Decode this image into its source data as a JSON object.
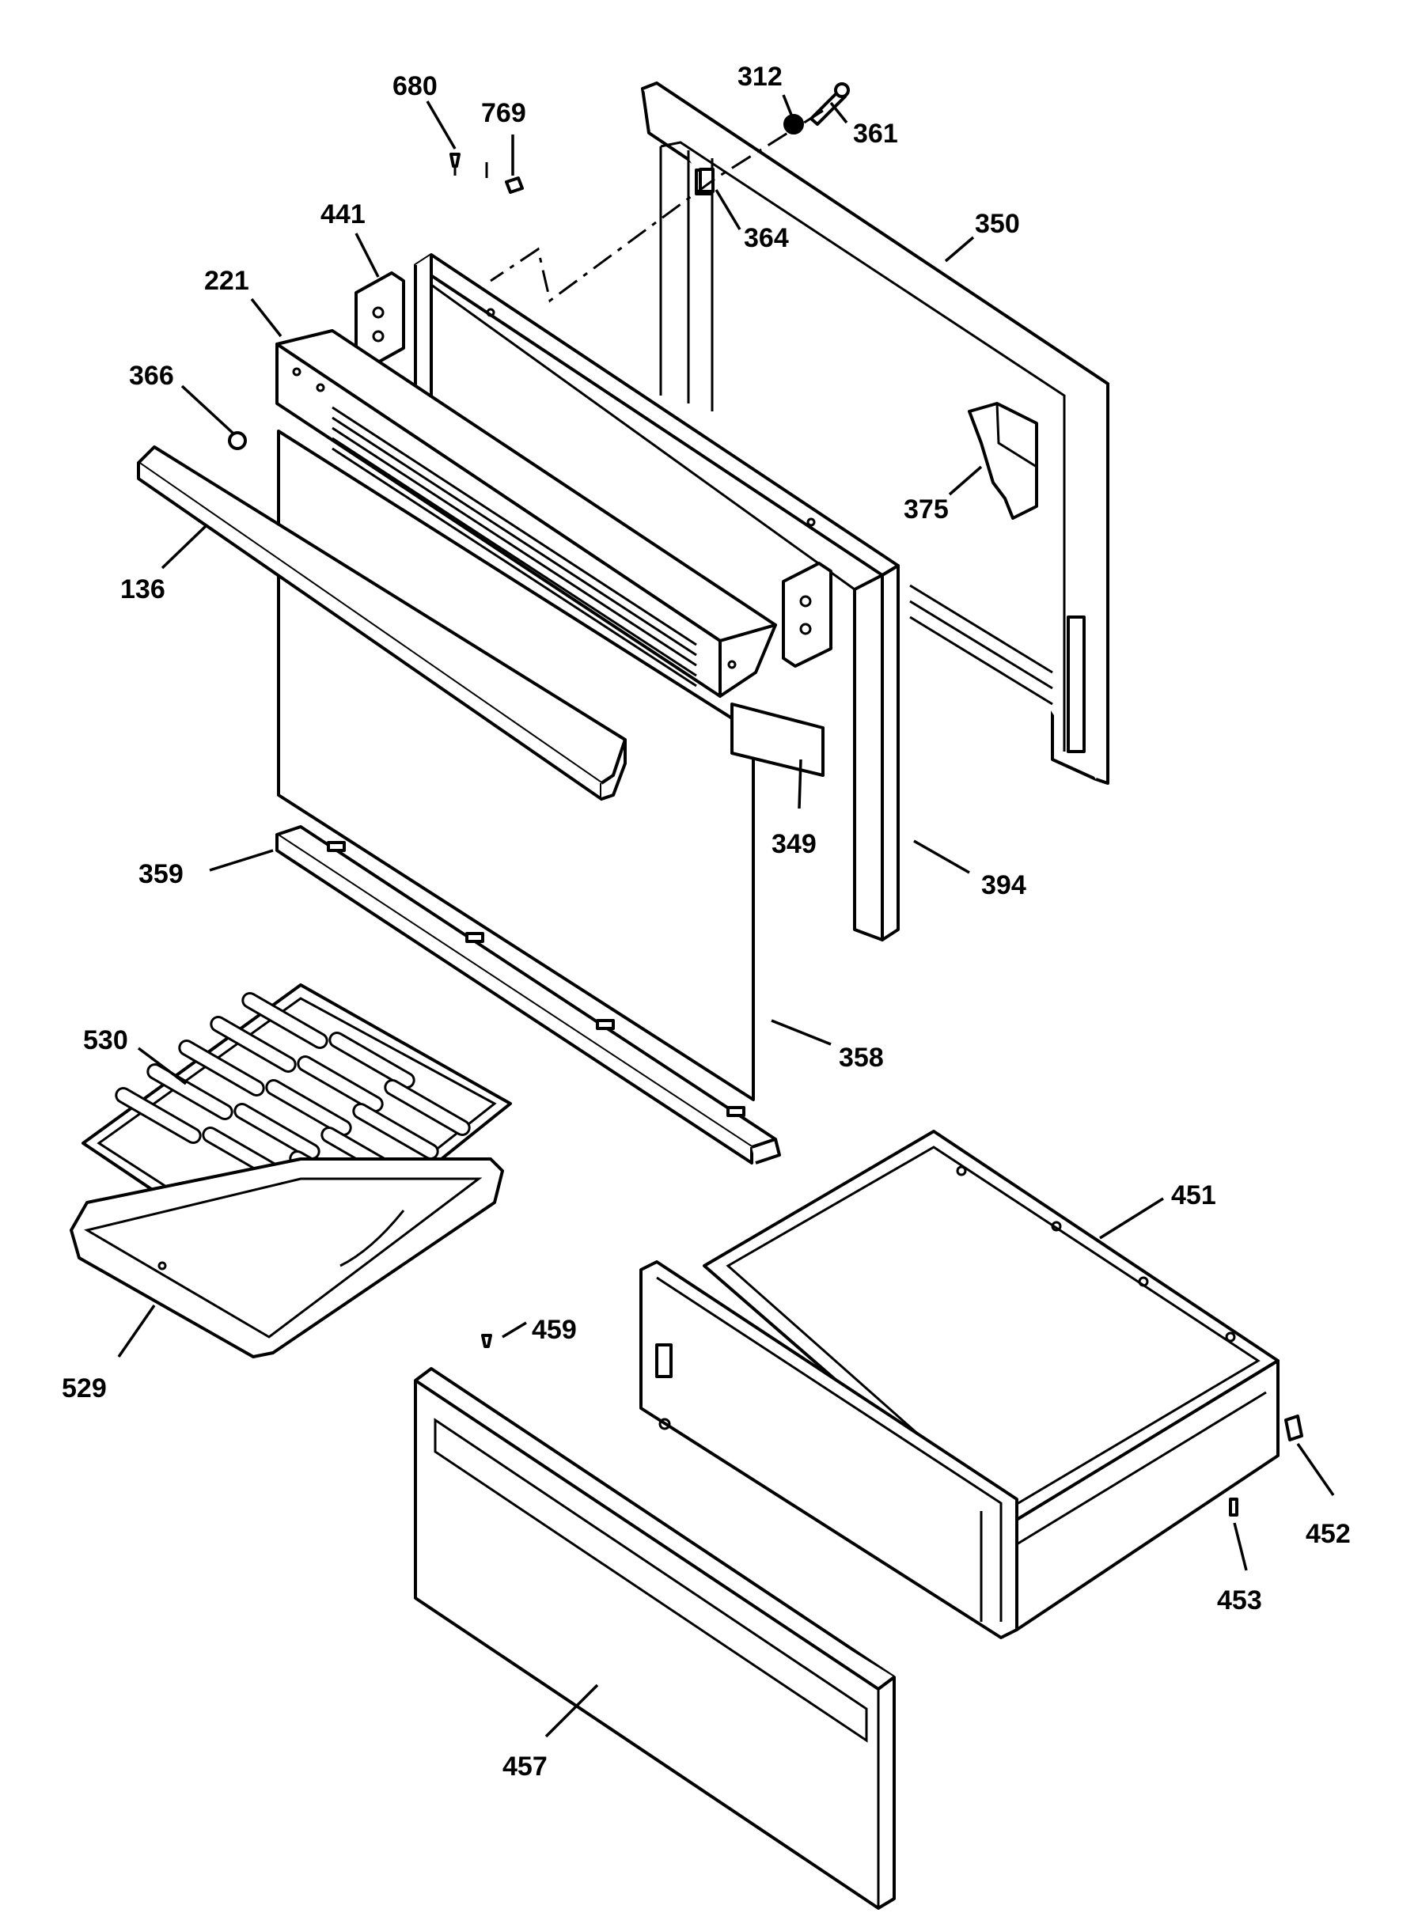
{
  "diagram": {
    "callouts": {
      "c680": "680",
      "c769": "769",
      "c312": "312",
      "c361": "361",
      "c364": "364",
      "c441": "441",
      "c350": "350",
      "c221": "221",
      "c366": "366",
      "c375": "375",
      "c136": "136",
      "c349": "349",
      "c394": "394",
      "c359": "359",
      "c530": "530",
      "c358": "358",
      "c451": "451",
      "c459": "459",
      "c529": "529",
      "c452": "452",
      "c453": "453",
      "c457": "457"
    }
  }
}
